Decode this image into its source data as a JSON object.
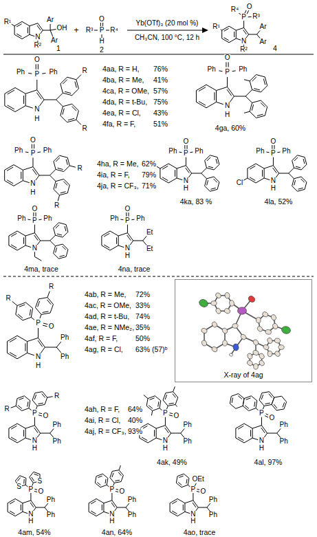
{
  "diagram": {
    "nodes": [
      {
        "text": [
          "X-ray of 4ag"
        ]
      }
    ],
    "labels": [
      "R¹",
      "Ar",
      "OH",
      "Ar",
      "N",
      "R²",
      "1",
      "+",
      "R³",
      "P",
      "R⁴",
      "O",
      "H",
      "2",
      "Yb(OTf)₃ (20 mol %)",
      "CH₃CN, 100 °C, 12 h",
      "R⁴",
      "O",
      "R³",
      "P",
      "R¹",
      "Ar",
      "Ar",
      "N",
      "R²",
      "4",
      "Ph",
      "O",
      "P",
      "Ph",
      "R",
      "R",
      "N",
      "H",
      "4aa, R = H,",
      "76%",
      "4ba, R = Me,",
      "41%",
      "4ca, R = OMe,",
      "57%",
      "4da, R = t-Bu,",
      "75%",
      "4ea, R = Cl,",
      "43%",
      "4fa, R = F,",
      "51%",
      "Ph",
      "O",
      "P",
      "Ph",
      "N",
      "H",
      "4ga, 60%",
      "Ph",
      "O",
      "P",
      "Ph",
      "R",
      "R",
      "N",
      "H",
      "4ha, R = Me,",
      "62%",
      "4ia, R = F,",
      "79%",
      "4ja, R = CF₃,",
      "71%",
      "Ph",
      "O",
      "P",
      "Ph",
      "N",
      "H",
      "4ka, 83 %",
      "Ph",
      "O",
      "P",
      "Ph",
      "Cl",
      "N",
      "H",
      "4la, 52%",
      "Ph",
      "O",
      "P",
      "Ph",
      "N",
      "4ma, trace",
      "Ph",
      "O",
      "P",
      "Ph",
      "Et",
      "Et",
      "N",
      "H",
      "4na, trace",
      "R",
      "R",
      "P",
      "O",
      "Ph",
      "Ph",
      "N",
      "H",
      "4ab, R = Me,",
      "72%",
      "4ac, R = OMe,",
      "33%",
      "4ad, R = t-Bu,",
      "74%",
      "4ae, R = NMe₂,",
      "35%",
      "4af, R = F,",
      "50%",
      "4ag, R = Cl,",
      "63% (57)ᵇ",
      "R",
      "R",
      "P",
      "O",
      "Ph",
      "Ph",
      "N",
      "H",
      "4ah, R = F,",
      "64%",
      "4ai, R = Cl,",
      "40%",
      "4aj, R = CF₃,",
      "93%",
      "P",
      "O",
      "Ph",
      "Ph",
      "N",
      "H",
      "4ak, 49%",
      "P",
      "O",
      "Ph",
      "Ph",
      "N",
      "H",
      "4al, 97%",
      "S",
      "S",
      "P",
      "O",
      "Ph",
      "Ph",
      "N",
      "H",
      "4am, 54%",
      "P",
      "O",
      "Ph",
      "Ph",
      "N",
      "H",
      "4an, 64%",
      "OEt",
      "P",
      "O",
      "Ph",
      "Ph",
      "N",
      "H",
      "4ao, trace"
    ]
  }
}
